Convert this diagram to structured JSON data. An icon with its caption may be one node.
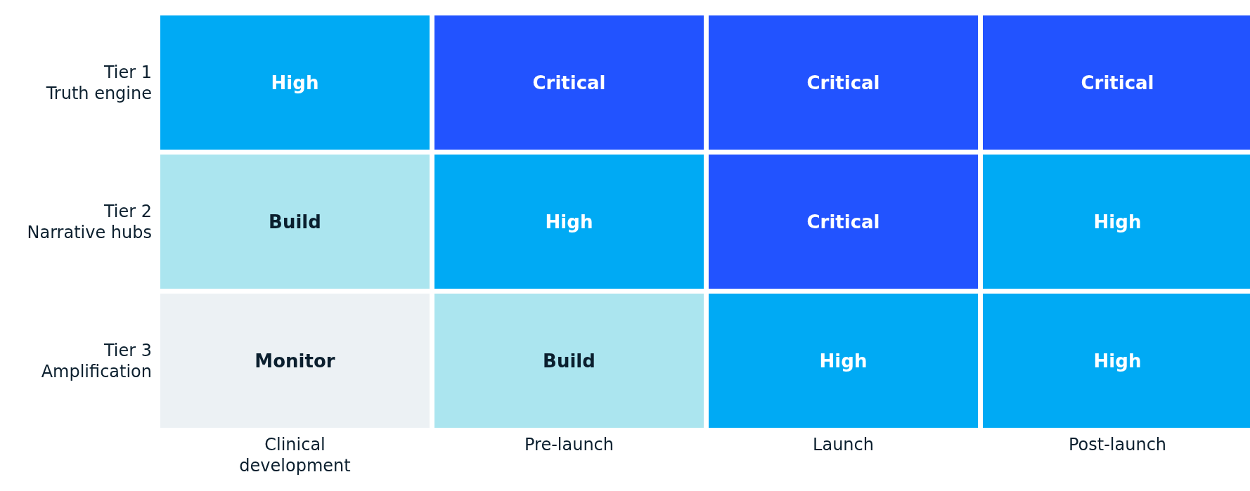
{
  "diagram": {
    "nodes": [
      {
        "text": [
          "High"
        ]
      },
      {
        "text": [
          "Critical"
        ]
      },
      {
        "text": [
          "Critical"
        ]
      },
      {
        "text": [
          "Critical"
        ]
      },
      {
        "text": [
          "Build"
        ]
      },
      {
        "text": [
          "High"
        ]
      },
      {
        "text": [
          "Critical"
        ]
      },
      {
        "text": [
          "High"
        ]
      },
      {
        "text": [
          "Monitor"
        ]
      },
      {
        "text": [
          "Build"
        ]
      },
      {
        "text": [
          "High"
        ]
      },
      {
        "text": [
          "High"
        ]
      }
    ],
    "edges": [],
    "labels": [
      "Tier 1 Truth engine",
      "Tier 2 Narrative hubs",
      "Tier 3 Amplification",
      "Clinical development",
      "Pre-launch",
      "Launch",
      "Post-launch"
    ]
  }
}
